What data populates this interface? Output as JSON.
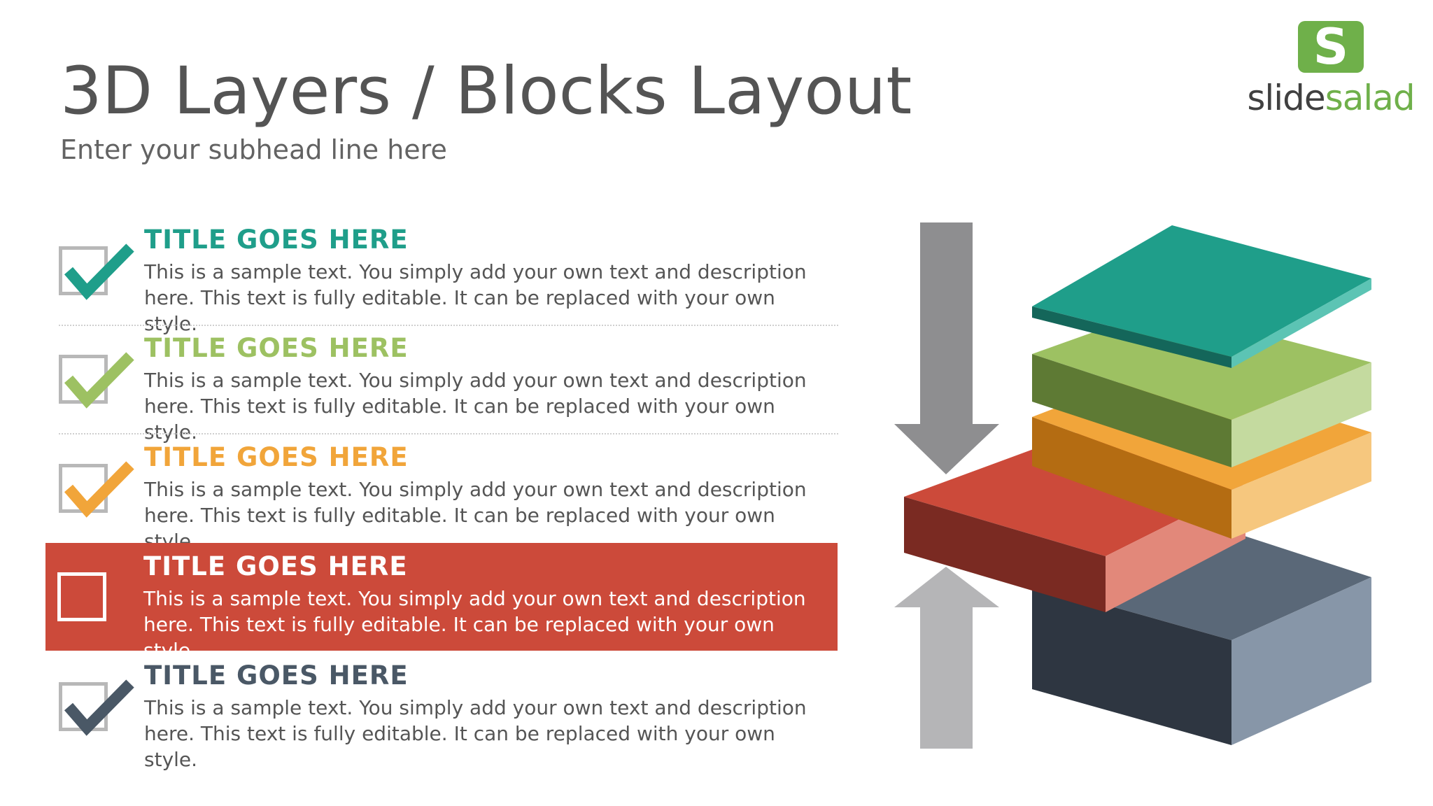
{
  "slide": {
    "title": "3D Layers / Blocks Layout",
    "subtitle": "Enter your subhead line here"
  },
  "logo": {
    "badge_letter": "S",
    "word_dark": "slide",
    "word_green": "salad",
    "color": "#6fb04a"
  },
  "items": [
    {
      "title": "TITLE GOES HERE",
      "text": "This is a sample text. You simply add your own text and description here. This text is fully editable. It can be replaced with your own style.",
      "color": "#1f9e8a",
      "checked": true
    },
    {
      "title": "TITLE GOES HERE",
      "text": "This is a sample text. You simply add your own text and description here. This text is fully editable. It can be replaced with your own style.",
      "color": "#9dc162",
      "checked": true
    },
    {
      "title": "TITLE GOES HERE",
      "text": "This is a sample text. You simply add your own text and description here. This text is fully editable. It can be replaced with your own style.",
      "color": "#f1a53a",
      "checked": true
    },
    {
      "title": "TITLE GOES HERE",
      "text": "This is a sample text. You simply add your own text and description here. This text is fully editable. It can be replaced with your own style.",
      "color": "#cc4a3a",
      "checked": false,
      "highlighted": true
    },
    {
      "title": "TITLE GOES HERE",
      "text": "This is a sample text. You simply add your own text and description here. This text is fully editable. It can be replaced with your own style.",
      "color": "#4a5866",
      "checked": true
    }
  ],
  "diagram": {
    "layers": [
      {
        "name": "teal",
        "color": "#1f9e8a"
      },
      {
        "name": "green",
        "color": "#9dc162"
      },
      {
        "name": "orange",
        "color": "#f1a53a"
      },
      {
        "name": "red",
        "color": "#cc4a3a"
      },
      {
        "name": "slate",
        "color": "#4a5866"
      }
    ],
    "arrow_down_color": "#8e8e90",
    "arrow_up_color": "#b5b5b7"
  }
}
